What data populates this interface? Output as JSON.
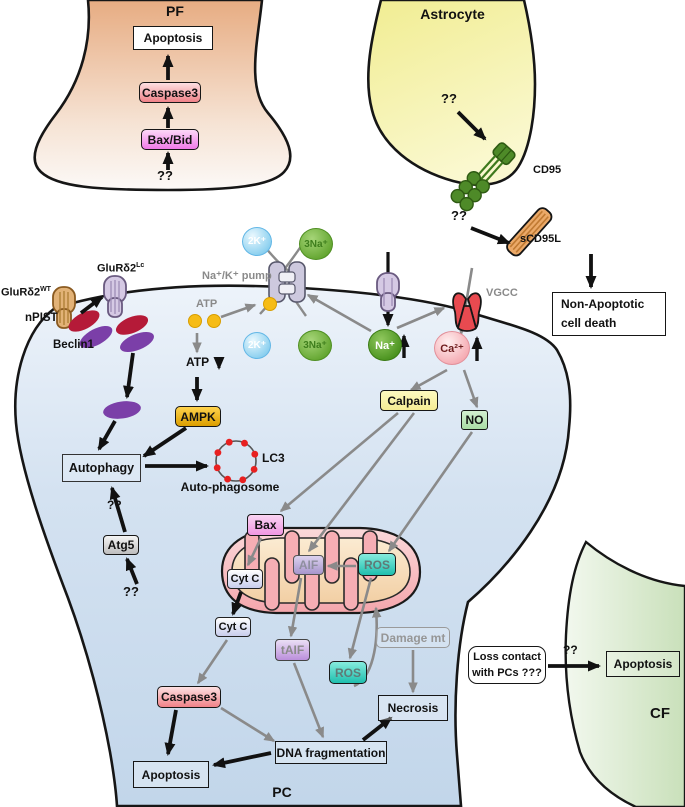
{
  "pf": {
    "title": "PF",
    "apoptosis": "Apoptosis",
    "caspase3": "Caspase3",
    "bax_bid": "Bax/Bid",
    "q": "??"
  },
  "astrocyte": {
    "title": "Astrocyte",
    "q_top": "??",
    "cd95": "CD95",
    "q_mid": "??",
    "scd95l": "sCD95L",
    "outcome_line1": "Non-Apoptotic",
    "outcome_line2": "cell death"
  },
  "cf": {
    "title": "CF",
    "q": "??",
    "loss_line1": "Loss contact",
    "loss_line2": "with PCs ???",
    "apoptosis": "Apoptosis"
  },
  "pc": {
    "title": "PC",
    "glur_wt_base": "GluRδ2",
    "glur_wt_sup": "WT",
    "glur_lc_base": "GluRδ2",
    "glur_lc_sup": "Lc",
    "npist": "nPIST",
    "beclin1": "Beclin1",
    "pump_label": "Na⁺/K⁺ pump",
    "k_out": "2K⁺",
    "na_out": "3Na⁺",
    "k_in": "2K⁺",
    "na_in": "3Na⁺",
    "atp": "ATP",
    "atp_drop": "ATP",
    "na_ion": "Na⁺",
    "ca_ion": "Ca²⁺",
    "vgcc": "VGCC",
    "ampk": "AMPK",
    "autophagy": "Autophagy",
    "lc3": "LC3",
    "autophagosome": "Auto-phagosome",
    "atg5": "Atg5",
    "q_to_autophagy": "??",
    "q_to_atg5": "??",
    "calpain": "Calpain",
    "no": "NO",
    "bax": "Bax",
    "cytc_in": "Cyt C",
    "cytc_out": "Cyt C",
    "aif": "AIF",
    "taif": "tAIF",
    "ros_in": "ROS",
    "ros_out": "ROS",
    "damage_mt": "Damage mt",
    "necrosis": "Necrosis",
    "caspase3": "Caspase3",
    "dna_frag": "DNA fragmentation",
    "apoptosis": "Apoptosis"
  },
  "colors": {
    "pf_fill": "#E7AC82",
    "astrocyte_fill": "#F1ED92",
    "pc_fill": "#C2D6EA",
    "cf_fill": "#CBE2BB",
    "mito_outer": "#F4A6AC",
    "mito_crista": "#F2CFA4",
    "teal": "#1FBFAE",
    "gold": "#DB9E00",
    "magenta": "#F07BE9",
    "red_box": "#F08288",
    "npist_red": "#B51A38",
    "beclin_purple": "#7B3FA8",
    "gray_arrow": "#8a8a8a",
    "black": "#111111",
    "atp_dot": "#F6BC16",
    "vgcc_red": "#E84A50",
    "cd95_green": "#4E8A28",
    "rod_orange": "#EBA968",
    "lc3_dot": "#E82020"
  }
}
